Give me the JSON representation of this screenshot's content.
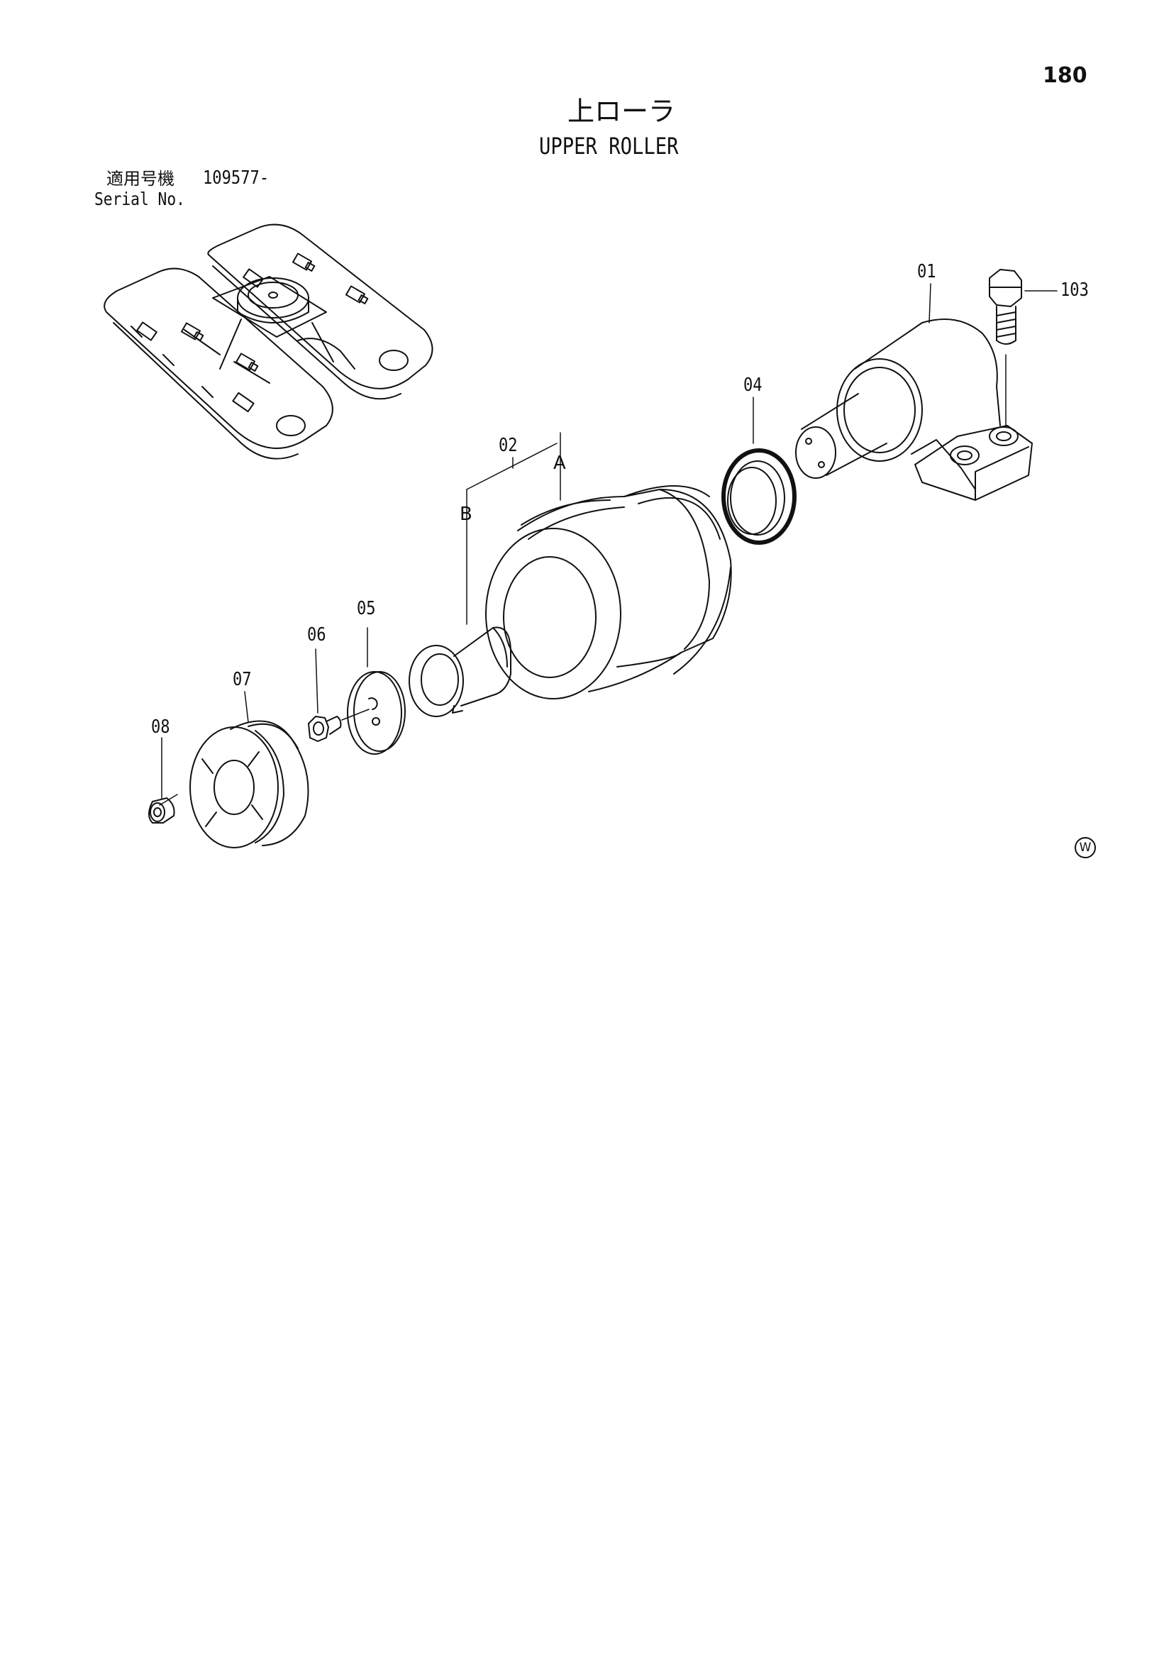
{
  "page": {
    "number": "180",
    "title_jp": "上ローラ",
    "title_en": "UPPER ROLLER"
  },
  "serial": {
    "label_jp": "適用号機",
    "value": "109577-",
    "label_en": "Serial No."
  },
  "callouts": {
    "c01": "01",
    "c103": "103",
    "c04": "04",
    "c02": "02",
    "cA": "A",
    "cB": "B",
    "c05": "05",
    "c06": "06",
    "c07": "07",
    "c08": "08"
  },
  "mark": "W",
  "colors": {
    "line": "#111111",
    "background": "#ffffff"
  }
}
